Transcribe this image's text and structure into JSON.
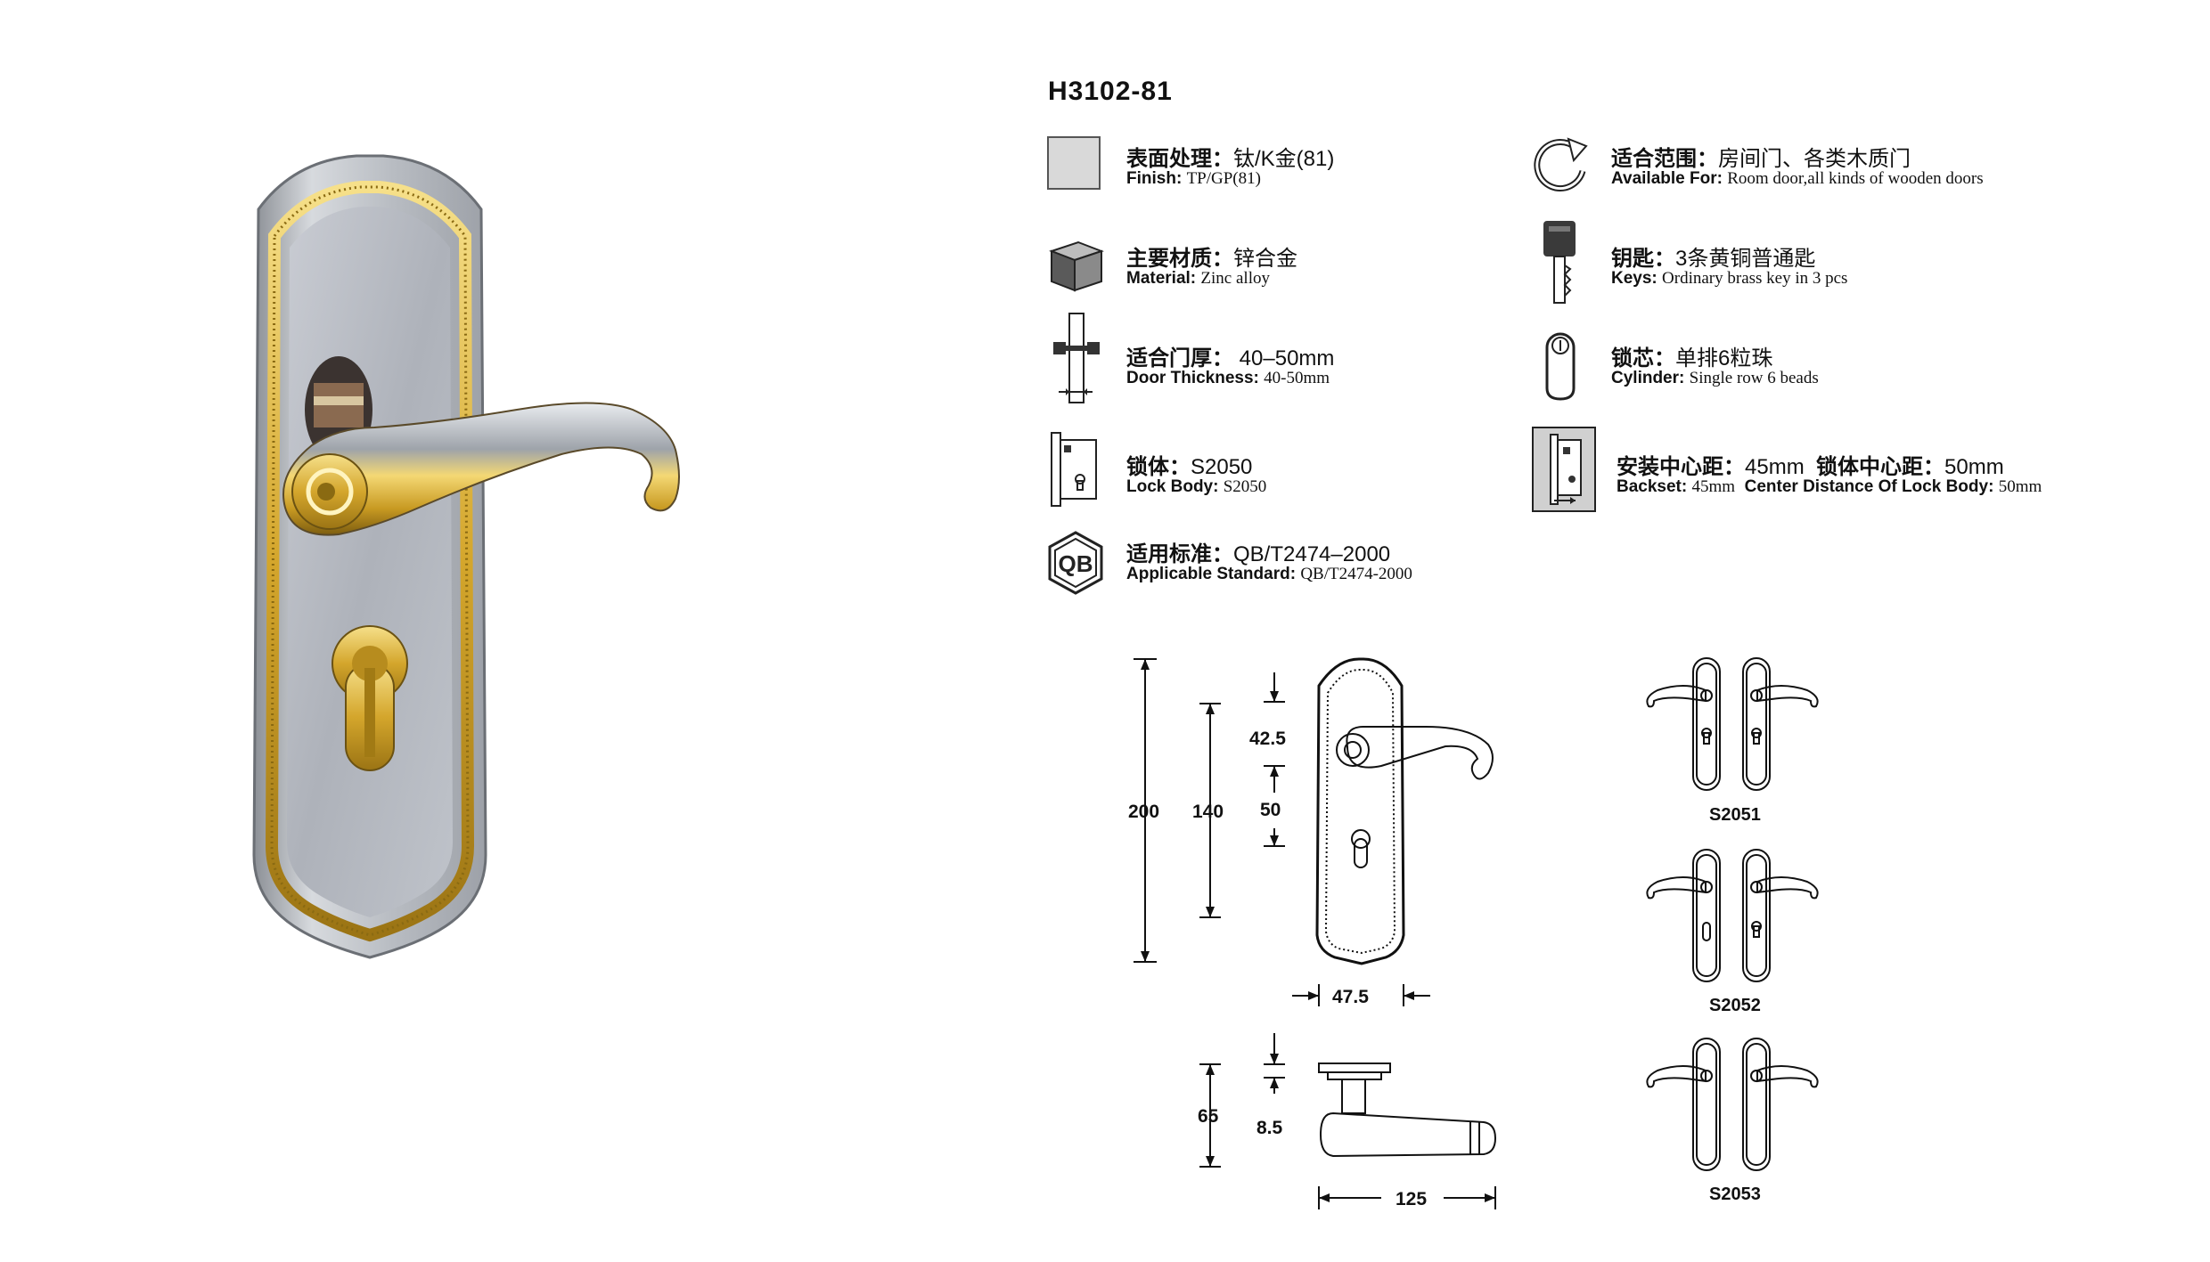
{
  "model": "H3102-81",
  "specs": {
    "finish": {
      "zh_label": "表面处理：",
      "zh_value": "钛/K金(81)",
      "en_label": "Finish:",
      "en_value": "TP/GP(81)"
    },
    "material": {
      "zh_label": "主要材质：",
      "zh_value": "锌合金",
      "en_label": "Material:",
      "en_value": "Zinc alloy"
    },
    "thickness": {
      "zh_label": "适合门厚：",
      "zh_value": "40–50mm",
      "en_label": "Door Thickness:",
      "en_value": "40-50mm"
    },
    "lock_body": {
      "zh_label": "锁体：",
      "zh_value": "S2050",
      "en_label": "Lock Body:",
      "en_value": "S2050"
    },
    "standard": {
      "zh_label": "适用标准：",
      "zh_value": "QB/T2474–2000",
      "en_label": "Applicable Standard:",
      "en_value": "QB/T2474-2000"
    },
    "application": {
      "zh_label": "适合范围：",
      "zh_value": "房间门、各类木质门",
      "en_label": "Available For:",
      "en_value": "Room door,all kinds of wooden doors"
    },
    "keys": {
      "zh_label": "钥匙：",
      "zh_value": "3条黄铜普通匙",
      "en_label": "Keys:",
      "en_value": "Ordinary brass key in 3 pcs"
    },
    "cylinder": {
      "zh_label": "锁芯：",
      "zh_value": "单排6粒珠",
      "en_label": "Cylinder:",
      "en_value": "Single row 6 beads"
    },
    "backset": {
      "zh_label": "安装中心距：",
      "zh_value": "45mm",
      "zh_label2": "锁体中心距：",
      "zh_value2": "50mm",
      "en_label": "Backset:",
      "en_value": "45mm",
      "en_label2": "Center Distance Of Lock Body:",
      "en_value2": "50mm"
    }
  },
  "icons": {
    "finish": "finish-swatch-icon",
    "material": "cube-icon",
    "thickness": "door-thickness-icon",
    "lock_body": "lock-body-icon",
    "standard": "qb-badge-icon",
    "application": "rotate-arrow-icon",
    "keys": "key-icon",
    "cylinder": "cylinder-icon",
    "backset": "backset-icon",
    "qb_text": "QB"
  },
  "dimensions": {
    "height_total": "200",
    "height_140": "140",
    "top_offset": "42.5",
    "mid_offset": "50",
    "width": "47.5",
    "lever_height": "65",
    "rose_height": "8.5",
    "lever_length": "125"
  },
  "variants": [
    "S2051",
    "S2052",
    "S2053"
  ],
  "colors": {
    "gold": "#d8b23a",
    "silver": "#b9bcc2",
    "swatch": "#d9d9d9",
    "text": "#111111"
  }
}
